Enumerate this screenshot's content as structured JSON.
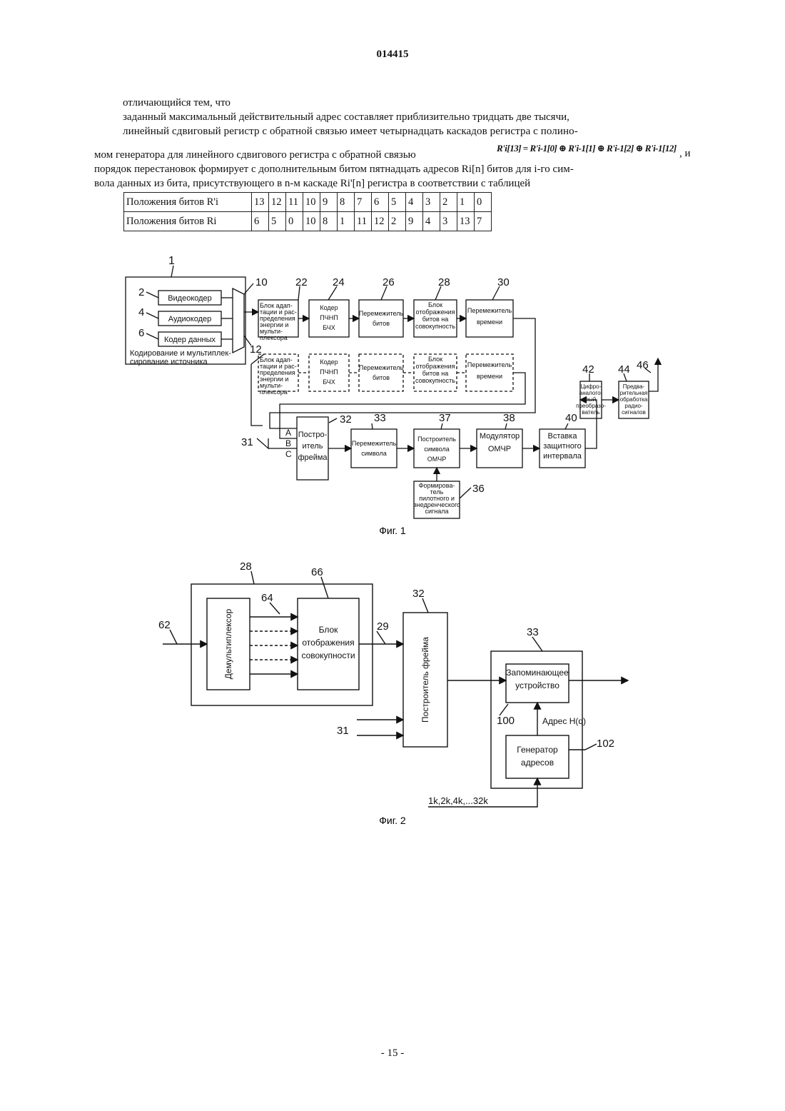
{
  "header": {
    "patent_number": "014415"
  },
  "body": {
    "p1": "отличающийся тем, что",
    "p2": "заданный максимальный действительный адрес составляет приблизительно тридцать две тысячи,",
    "p3": "линейный сдвиговый регистр с обратной связью имеет четырнадцать каскадов регистра с полино-",
    "p4": "мом генератора для линейного сдвигового регистра с обратной связью",
    "formula": "R'i[13] = R'i-1[0] ⊕ R'i-1[1] ⊕ R'i-1[2] ⊕ R'i-1[12]",
    "formula_end": ", и",
    "p5": "порядок перестановок формирует с дополнительным битом пятнадцать адресов Ri[n] битов для i-го сим-",
    "p6": "вола данных из бита, присутствующего в n-м каскаде Ri'[n] регистра в соответствии с таблицей"
  },
  "bit_table": {
    "row1_label": "Положения битов R'i",
    "row1_values": [
      "13",
      "12",
      "11",
      "10",
      "9",
      "8",
      "7",
      "6",
      "5",
      "4",
      "3",
      "2",
      "1",
      "0"
    ],
    "row2_label": "Положения битов Ri",
    "row2_values": [
      "6",
      "5",
      "0",
      "10",
      "8",
      "1",
      "11",
      "12",
      "2",
      "9",
      "4",
      "3",
      "13",
      "7"
    ]
  },
  "fig1": {
    "caption": "Фиг. 1",
    "n1": "1",
    "n2": "2",
    "n4": "4",
    "n6": "6",
    "n10": "10",
    "n12": "12",
    "n22": "22",
    "n24": "24",
    "n26": "26",
    "n28": "28",
    "n30": "30",
    "n31": "31",
    "n32": "32",
    "n33": "33",
    "n36": "36",
    "n37": "37",
    "n38": "38",
    "n40": "40",
    "n42": "42",
    "n44": "44",
    "n46": "46",
    "video": "Видеокодер",
    "audio": "Аудиокодер",
    "data_coder": "Кодер данных",
    "source_l1": "Кодирование и мультиплек-",
    "source_l2": "сирование источника",
    "adapt_l1": "Блок адап-",
    "adapt_l2": "тации и рас-",
    "adapt_l3": "пределения",
    "adapt_l4": "энергии и",
    "adapt_l5": "мульти-",
    "adapt_l6": "плексора",
    "ldpc_l1": "Кодер",
    "ldpc_l2": "ПЧНП",
    "ldpc_l3": "БЧХ",
    "bitint_l1": "Перемежитель",
    "bitint_l2": "битов",
    "map_l1": "Блок",
    "map_l2": "отображения",
    "map_l3": "битов на",
    "map_l4": "совокупность",
    "timeint_l1": "Перемежитель",
    "timeint_l2": "времени",
    "port_a": "A",
    "port_b": "B",
    "port_c": "C",
    "frame_l1": "Постро-",
    "frame_l2": "итель",
    "frame_l3": "фрейма",
    "symint_l1": "Перемежитель",
    "symint_l2": "символа",
    "sym_l1": "Построитель",
    "sym_l2": "символа",
    "sym_l3": "ОМЧР",
    "mod_l1": "Модулятор",
    "mod_l2": "ОМЧР",
    "guard_l1": "Вставка",
    "guard_l2": "защитного",
    "guard_l3": "интервала",
    "dac_l1": "Цифро-",
    "dac_l2": "аналого-",
    "dac_l3": "вый",
    "dac_l4": "преобразо-",
    "dac_l5": "ватель",
    "rf_l1": "Предва-",
    "rf_l2": "рительная",
    "rf_l3": "обработка",
    "rf_l4": "радио-",
    "rf_l5": "сигналов",
    "pilot_l1": "Формирова-",
    "pilot_l2": "тель",
    "pilot_l3": "пилотного и",
    "pilot_l4": "внедренческого",
    "pilot_l5": "сигнала"
  },
  "fig2": {
    "caption": "Фиг. 2",
    "n28": "28",
    "n66": "66",
    "n64": "64",
    "n62": "62",
    "n29": "29",
    "n32": "32",
    "n33": "33",
    "n31": "31",
    "n100": "100",
    "n102": "102",
    "demux": "Демультиплексор",
    "map_l1": "Блок",
    "map_l2": "отображения",
    "map_l3": "совокупности",
    "frame": "Построитель фрейма",
    "mem_l1": "Запоминающее",
    "mem_l2": "устройство",
    "addr_label": "Адрес H(q)",
    "gen_l1": "Генератор",
    "gen_l2": "адресов",
    "modes": "1k,2k,4k,...32k"
  },
  "footer": {
    "page": "- 15 -"
  }
}
